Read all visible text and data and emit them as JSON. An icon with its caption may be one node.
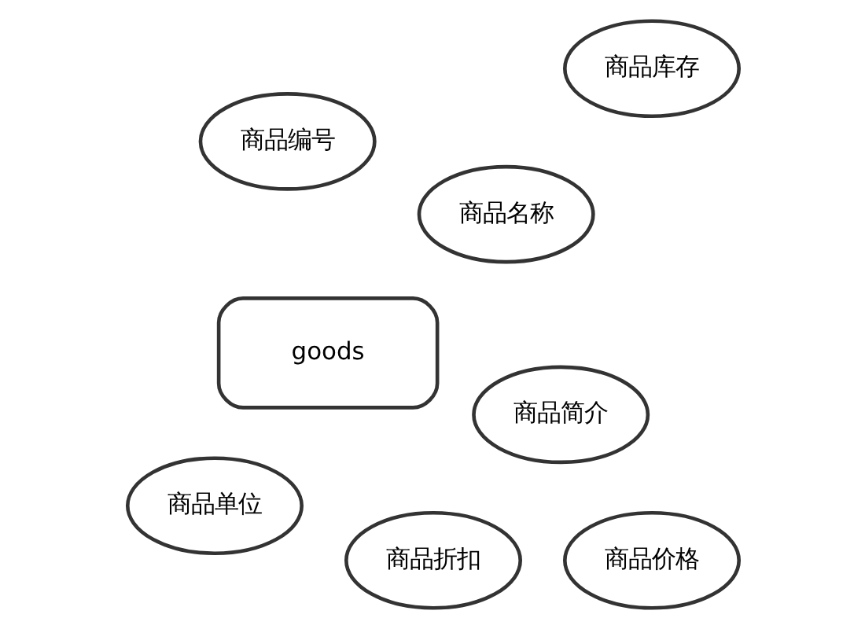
{
  "diagram": {
    "nodes": [
      {
        "text": [
          "商品名称"
        ]
      },
      {
        "text": [
          "商品简介"
        ]
      },
      {
        "text": [
          "商品编号"
        ]
      },
      {
        "text": [
          "商品库存"
        ]
      },
      {
        "text": [
          "goods"
        ]
      },
      {
        "text": [
          "商品单位"
        ]
      },
      {
        "text": [
          "商品折扣"
        ]
      },
      {
        "text": [
          "商品价格"
        ]
      }
    ]
  }
}
